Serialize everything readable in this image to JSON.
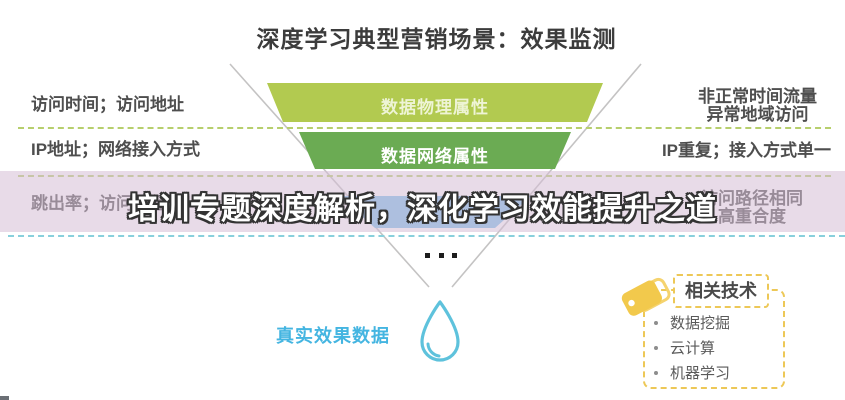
{
  "title": "深度学习典型营销场景：效果监测",
  "funnel": {
    "stages": [
      "数据物理属性",
      "数据网络属性"
    ],
    "stage3_label": "",
    "colors": {
      "stage1": "#b2ca50",
      "stage2": "#6bab53",
      "stage3": "#7cc0ea"
    }
  },
  "rows": [
    {
      "left": "访问时间；访问地址",
      "right": [
        "非正常时间流量",
        "异常地域访问"
      ]
    },
    {
      "left": "IP地址；网络接入方式",
      "right": [
        "IP重复；接入方式单一"
      ]
    },
    {
      "left": "跳出率；访问路径",
      "right": [
        "访问路径相同",
        "高重合度"
      ]
    }
  ],
  "overlay": {
    "headline": "培训专题深度解析，深化学习效能提升之道"
  },
  "bottom": {
    "result_label": "真实效果数据"
  },
  "related": {
    "title": "相关技术",
    "items": [
      "数据挖掘",
      "云计算",
      "机器学习"
    ]
  },
  "colors": {
    "title_text": "#3c3c3c",
    "label_text": "#4e4e4e",
    "dash_green": "#b7cf6d",
    "dash_blue": "#88d0dc",
    "overlay_band": "#d5bed6",
    "overlay_text": "#ffffff",
    "result_blue": "#44b5e1",
    "drop_blue": "#5ec2dc",
    "tag_yellow": "#f2c94c",
    "box_dash_yellow": "#edc857",
    "funnel_outline": "#c4c3c3"
  }
}
